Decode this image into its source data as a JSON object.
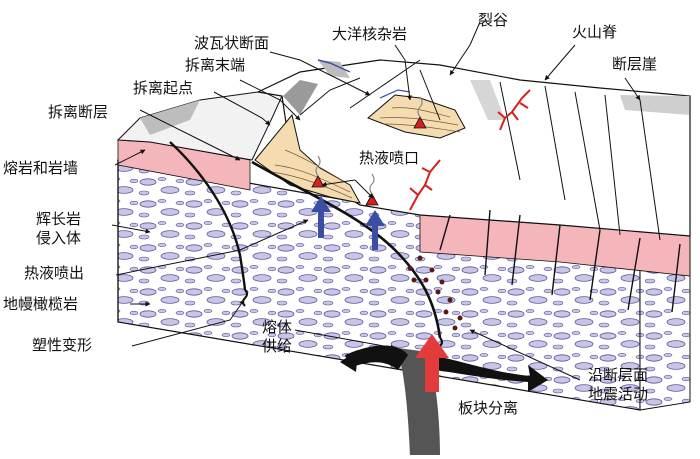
{
  "labels": {
    "detachment_surface": "波瓦状断面",
    "detachment_end": "拆离末端",
    "detachment_start": "拆离起点",
    "detachment_fault": "拆离断层",
    "lava_dikes": "熔岩和岩墙",
    "gabbro_intrusion": "辉长岩\n侵入体",
    "hydrothermal_outflow": "热液喷出",
    "mantle_peridotite": "地幔橄榄岩",
    "plastic_deformation": "塑性变形",
    "oceanic_core_complex": "大洋核杂岩",
    "rift_valley": "裂谷",
    "volcanic_ridge": "火山脊",
    "fault_scarp": "断层崖",
    "hydrothermal_vent": "热液喷口",
    "melt_supply": "熔体\n供给",
    "fault_seismicity": "沿断层面\n地震活动",
    "plate_separation": "板块分离"
  },
  "colors": {
    "crust_pink": "#f4b6bb",
    "detachment_tan": "#f5dcb0",
    "gabbro_lilac": "#c9c5e6",
    "gabbro_stroke": "#5a569e",
    "vent_red": "#d62121",
    "upflow_blue": "#3a4fa3",
    "seismic_brown": "#5a1a1a",
    "melt_arrow": "#e33b3b"
  }
}
